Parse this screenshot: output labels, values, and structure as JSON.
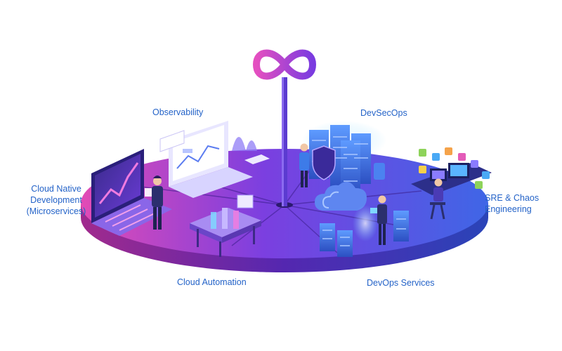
{
  "diagram": {
    "labels": {
      "observability": "Observability",
      "devsecops": "DevSecOps",
      "cloud_native": [
        "Cloud Native",
        "Development",
        "(Microservices)"
      ],
      "sre": [
        "SRE & Chaos",
        "Engineering"
      ],
      "cloud_automation": "Cloud Automation",
      "devops_services": "DevOps Services"
    },
    "colors": {
      "label_text": "#2463c8",
      "platform_pink": "#e24bb5",
      "platform_purple": "#7b3fe0",
      "platform_blue": "#3f66e6",
      "server_blue": "#3d7be8",
      "infinity_pink": "#e44fc0",
      "infinity_purple": "#7a3be0"
    },
    "icons": [
      "infinity-logo-icon",
      "laptop-chart-icon",
      "monitor-dashboard-icon",
      "shield-icon",
      "server-rack-icon",
      "cloud-icon",
      "person-icon",
      "workstation-icon",
      "app-badge-icon"
    ]
  }
}
